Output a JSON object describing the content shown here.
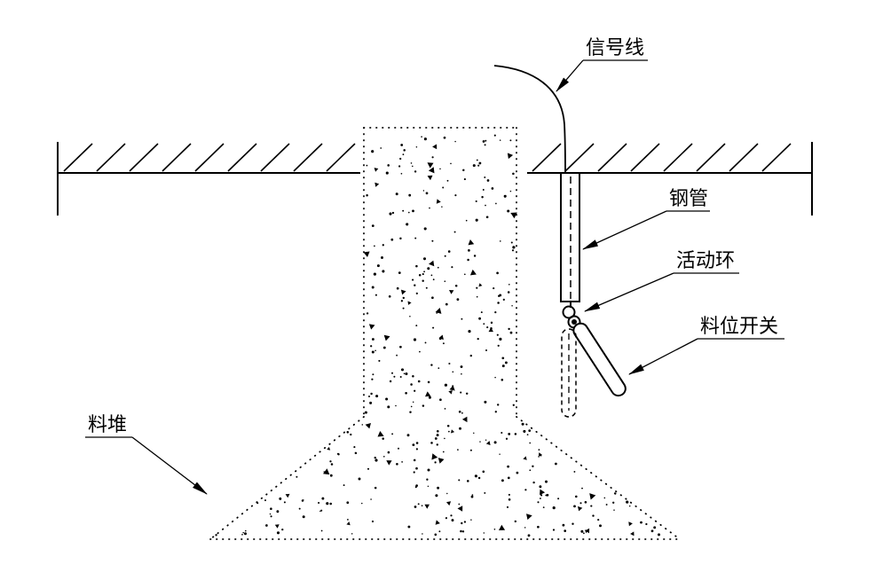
{
  "diagram": {
    "background": "#ffffff",
    "line_color": "#000000",
    "labels": {
      "signal_line": "信号线",
      "steel_pipe": "钢管",
      "movable_ring": "活动环",
      "level_switch": "料位开关",
      "material_pile": "料堆"
    }
  }
}
